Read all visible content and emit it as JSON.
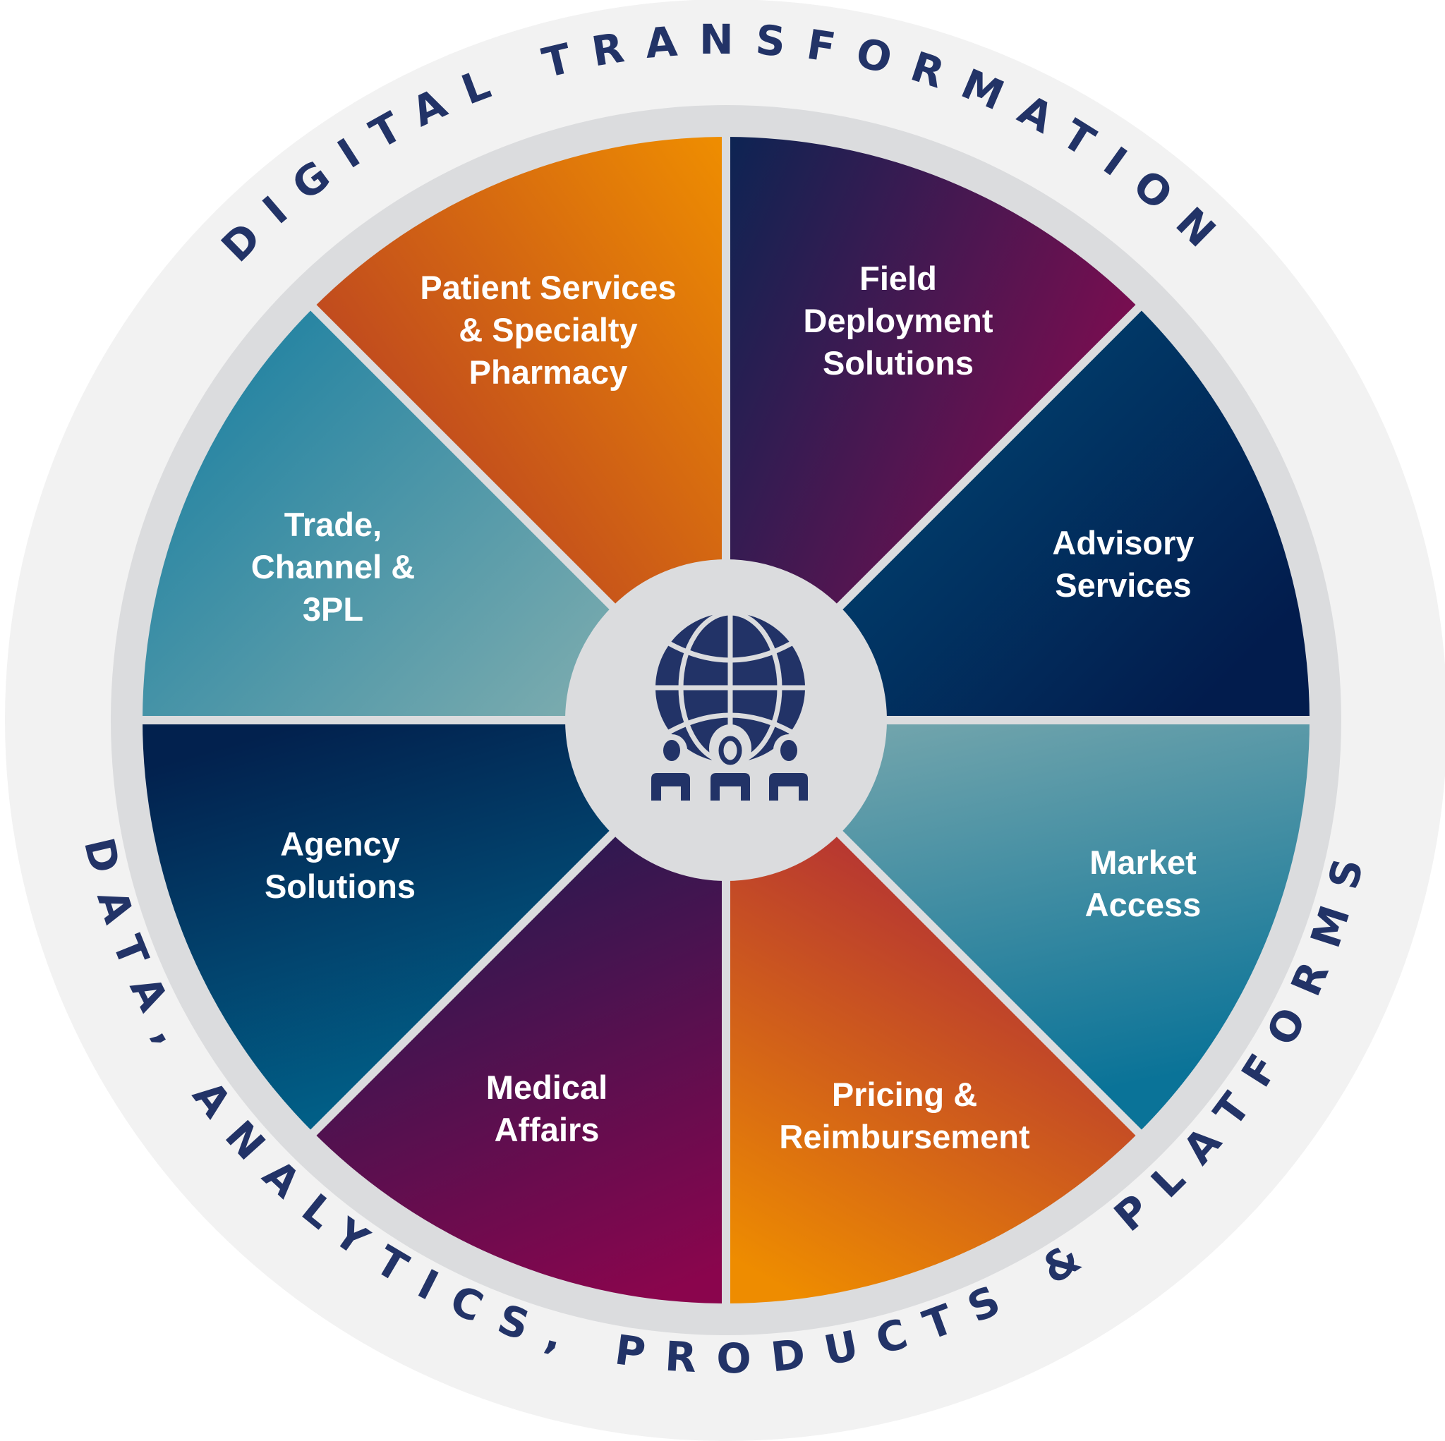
{
  "diagram": {
    "type": "wheel",
    "outer_ring_top_text": "DIGITAL TRANSFORMATION",
    "outer_ring_bottom_text": "DATA, ANALYTICS, PRODUCTS & PLATFORMS",
    "center_icon": "globe-with-people-icon",
    "segments": [
      {
        "id": "field-deployment",
        "lines": [
          "Field",
          "Deployment",
          "Solutions"
        ],
        "gradient": [
          "#0c2453",
          "#8a0a4f"
        ]
      },
      {
        "id": "advisory",
        "lines": [
          "Advisory",
          "Services"
        ],
        "gradient": [
          "#00527e",
          "#021c4d"
        ]
      },
      {
        "id": "market-access",
        "lines": [
          "Market",
          "Access"
        ],
        "gradient": [
          "#7ba9ae",
          "#0a7398"
        ]
      },
      {
        "id": "pricing",
        "lines": [
          "Pricing &",
          "Reimbursement"
        ],
        "gradient": [
          "#a11545",
          "#ee8c00"
        ]
      },
      {
        "id": "medical-affairs",
        "lines": [
          "Medical",
          "Affairs"
        ],
        "gradient": [
          "#131f52",
          "#8a054d"
        ]
      },
      {
        "id": "agency",
        "lines": [
          "Agency",
          "Solutions"
        ],
        "gradient": [
          "#02214e",
          "#016b92"
        ]
      },
      {
        "id": "trade",
        "lines": [
          "Trade,",
          "Channel &",
          "3PL"
        ],
        "gradient": [
          "#137ca0",
          "#7fadaf"
        ]
      },
      {
        "id": "patient-services",
        "lines": [
          "Patient Services",
          "& Specialty",
          "Pharmacy"
        ],
        "gradient": [
          "#a7262f",
          "#ef8e00"
        ]
      }
    ],
    "colors": {
      "outer_band": "#f2f2f2",
      "inner_band": "#dbdcde",
      "center_disc": "#dbdcde",
      "arc_text": "#223367",
      "icon": "#223367",
      "label_text": "#ffffff"
    }
  }
}
